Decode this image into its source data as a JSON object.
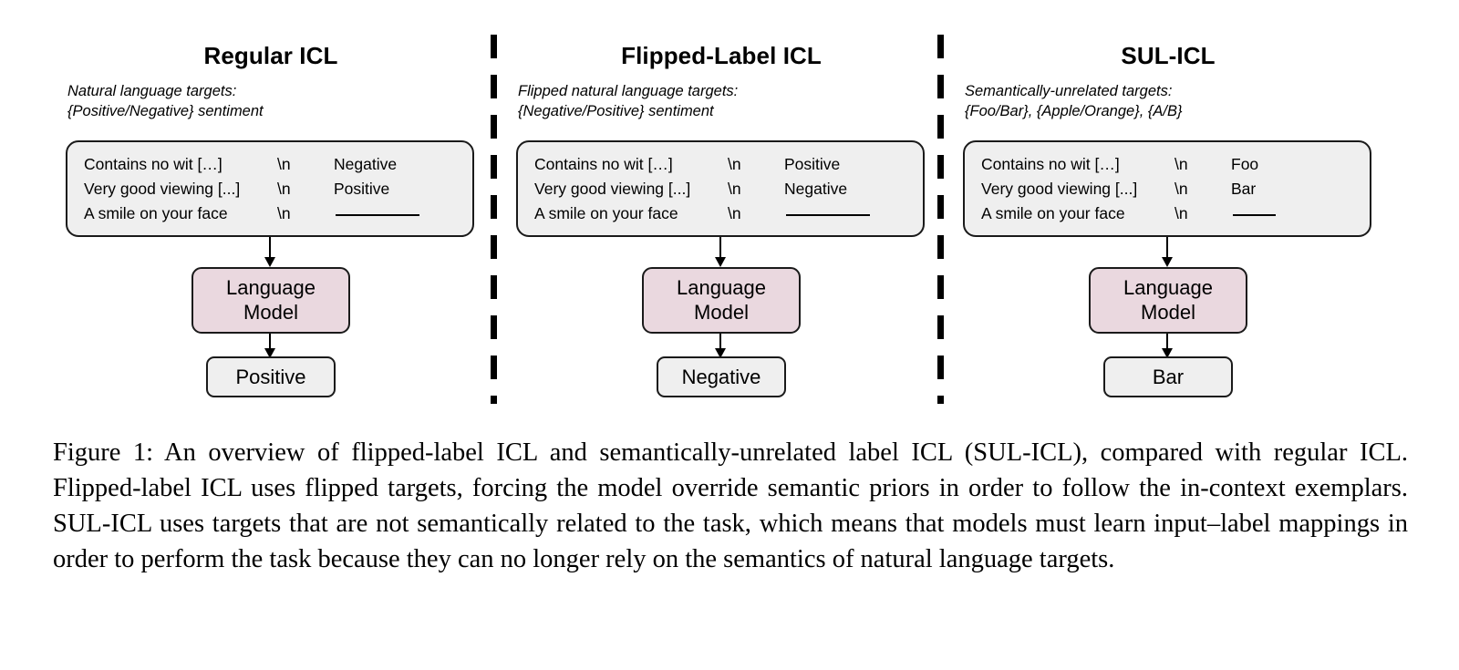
{
  "figure": {
    "columns": [
      {
        "id": "regular",
        "title": "Regular ICL",
        "subtitle": "Natural language targets:\n{Positive/Negative} sentiment",
        "prompt_rows": [
          {
            "input": "Contains no wit […]",
            "sep": "\\n",
            "label": "Negative"
          },
          {
            "input": "Very good viewing [...]",
            "sep": "\\n",
            "label": "Positive"
          },
          {
            "input": "A smile on your face",
            "sep": "\\n",
            "label": ""
          }
        ],
        "blank_style": "long",
        "model_label": "Language\nModel",
        "output_label": "Positive"
      },
      {
        "id": "flipped",
        "title": "Flipped-Label ICL",
        "subtitle": "Flipped natural language targets:\n{Negative/Positive} sentiment",
        "prompt_rows": [
          {
            "input": "Contains no wit […]",
            "sep": "\\n",
            "label": "Positive"
          },
          {
            "input": "Very good viewing [...]",
            "sep": "\\n",
            "label": "Negative"
          },
          {
            "input": "A smile on your face",
            "sep": "\\n",
            "label": ""
          }
        ],
        "blank_style": "long",
        "model_label": "Language\nModel",
        "output_label": "Negative"
      },
      {
        "id": "sul",
        "title": "SUL-ICL",
        "subtitle": "Semantically-unrelated targets:\n{Foo/Bar}, {Apple/Orange}, {A/B}",
        "prompt_rows": [
          {
            "input": "Contains no wit […]",
            "sep": "\\n",
            "label": "Foo"
          },
          {
            "input": "Very good viewing [...]",
            "sep": "\\n",
            "label": "Bar"
          },
          {
            "input": "A smile on your face",
            "sep": "\\n",
            "label": ""
          }
        ],
        "blank_style": "short",
        "model_label": "Language\nModel",
        "output_label": "Bar"
      }
    ],
    "colors": {
      "model_box_fill": "#ead8df",
      "box_fill": "#efefef",
      "box_border": "#1a1a1a",
      "divider": "#000000"
    }
  },
  "caption": {
    "text": "Figure 1:  An overview of flipped-label ICL and semantically-unrelated label ICL (SUL-ICL), compared with regular ICL. Flipped-label ICL uses flipped targets, forcing the model override semantic priors in order to follow the in-context exemplars.  SUL-ICL uses targets that are not semantically related to the task, which means that models must learn input–label mappings in order to perform the task because they can no longer rely on the semantics of natural language targets."
  }
}
